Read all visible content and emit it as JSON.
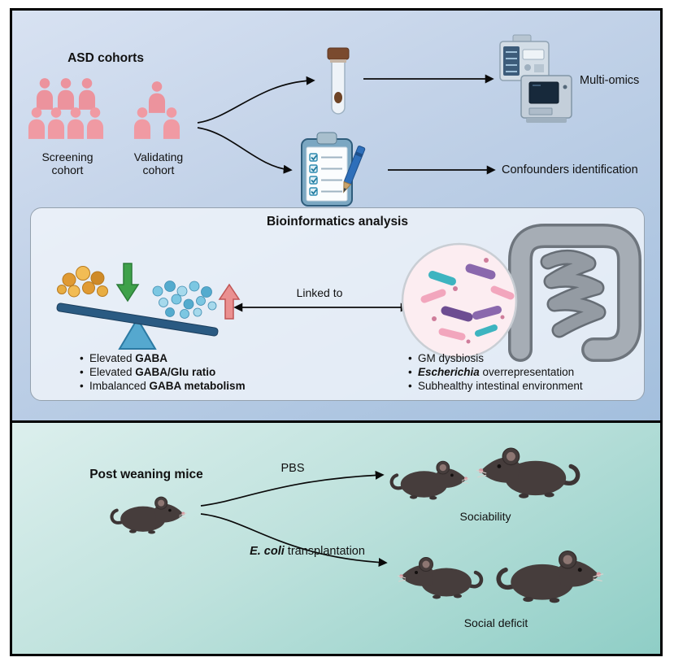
{
  "figure": {
    "top": {
      "cohorts_title": "ASD cohorts",
      "screening_label": "Screening\ncohort",
      "validating_label": "Validating\ncohort",
      "multiomics_label": "Multi-omics",
      "confounders_label": "Confounders identification"
    },
    "bioinformatics": {
      "title": "Bioinformatics analysis",
      "linked_label": "Linked to",
      "left_bullets": [
        {
          "pre": "Elevated ",
          "em": "GABA",
          "post": ""
        },
        {
          "pre": "Elevated ",
          "em": "GABA/Glu ratio",
          "post": ""
        },
        {
          "pre": "Imbalanced ",
          "em": "GABA metabolism",
          "post": ""
        }
      ],
      "right_bullets": [
        {
          "pre": "GM dysbiosis",
          "em": "",
          "post": ""
        },
        {
          "pre": "",
          "em": "Escherichia",
          "post": " overrepresentation"
        },
        {
          "pre": "Subhealthy intestinal environment",
          "em": "",
          "post": ""
        }
      ]
    },
    "bottom": {
      "title": "Post weaning mice",
      "pbs_label": "PBS",
      "ecoli_em": "E. coli",
      "ecoli_rest": " transplantation",
      "sociability_label": "Sociability",
      "social_deficit_label": "Social deficit"
    }
  },
  "colors": {
    "border_black": "#000000",
    "top_panel_blue_light": "#d8e2f2",
    "top_panel_blue_dark": "#a3bfdd",
    "bottom_panel_teal_light": "#dcefed",
    "bottom_panel_teal_dark": "#8fcec6",
    "cohort_pink": "#f09aa3",
    "gaba_blue_dot": "#7cc7e2",
    "glu_orange_dot": "#e8a93c",
    "decrease_green": "#3fa14a",
    "increase_red": "#ea9090",
    "seesaw_plank_blue": "#2a5a82",
    "fulcrum_teal": "#55a8cf",
    "mouse_gray": "#463d3c",
    "bacteria_purple": "#8a68ad",
    "bacteria_teal": "#3db4c0",
    "bacteria_pink": "#f2a6bd",
    "intestine_gray": "#a6adb5"
  },
  "icons": {
    "screening_cohort": "people-group-icon",
    "validating_cohort": "people-group-icon",
    "stool_sample": "sample-tube-icon",
    "multi_omics": "omics-instruments-icon",
    "questionnaire": "clipboard-checklist-icon",
    "balance": "seesaw-balance-icon",
    "microbiome": "bacteria-magnified-icon",
    "gut": "intestine-icon",
    "mouse": "mouse-icon",
    "arrows": "flow-arrow-icon"
  }
}
